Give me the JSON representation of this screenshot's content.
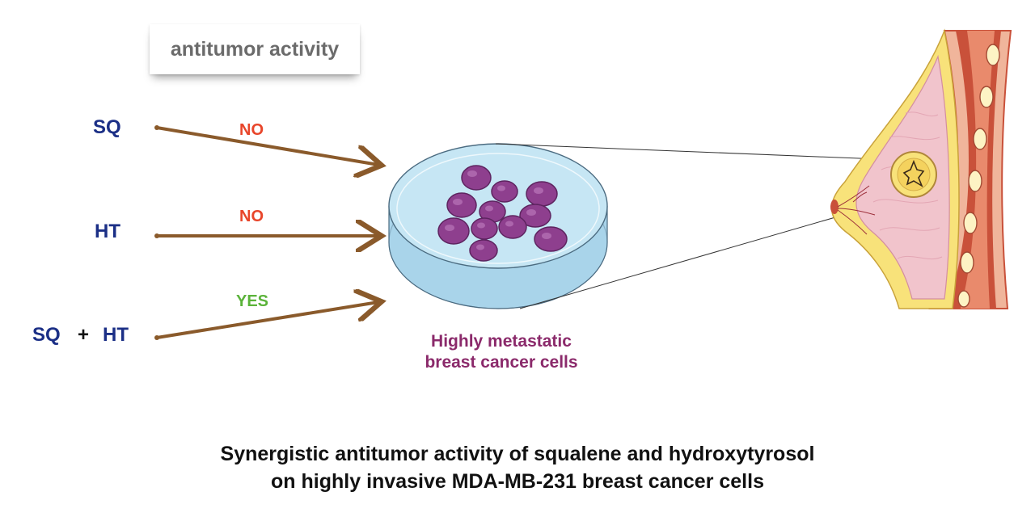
{
  "header": {
    "title": "antitumor activity"
  },
  "treatments": [
    {
      "agent": "SQ",
      "result": "NO",
      "result_color": "#e8452a"
    },
    {
      "agent": "HT",
      "result": "NO",
      "result_color": "#e8452a"
    },
    {
      "agent_parts": [
        "SQ",
        "+",
        "HT"
      ],
      "result": "YES",
      "result_color": "#5bb33a"
    }
  ],
  "cells_label": [
    "Highly metastatic",
    "breast cancer cells"
  ],
  "caption": [
    "Synergistic antitumor activity of squalene and hydroxytyrosol",
    "on highly invasive MDA-MB-231 breast cancer cells"
  ],
  "colors": {
    "arrow": "#8a5a2b",
    "agent_text": "#1b2f86",
    "cell": "#8e3f8e",
    "dish": "#bfe2f2",
    "tissue_pink": "#f1c4cc",
    "fat_yellow": "#f8e27a",
    "muscle": "#c9513a"
  },
  "icons": [
    "petri-dish-icon",
    "cancer-cell-icon",
    "breast-anatomy-icon",
    "arrow-icon"
  ]
}
